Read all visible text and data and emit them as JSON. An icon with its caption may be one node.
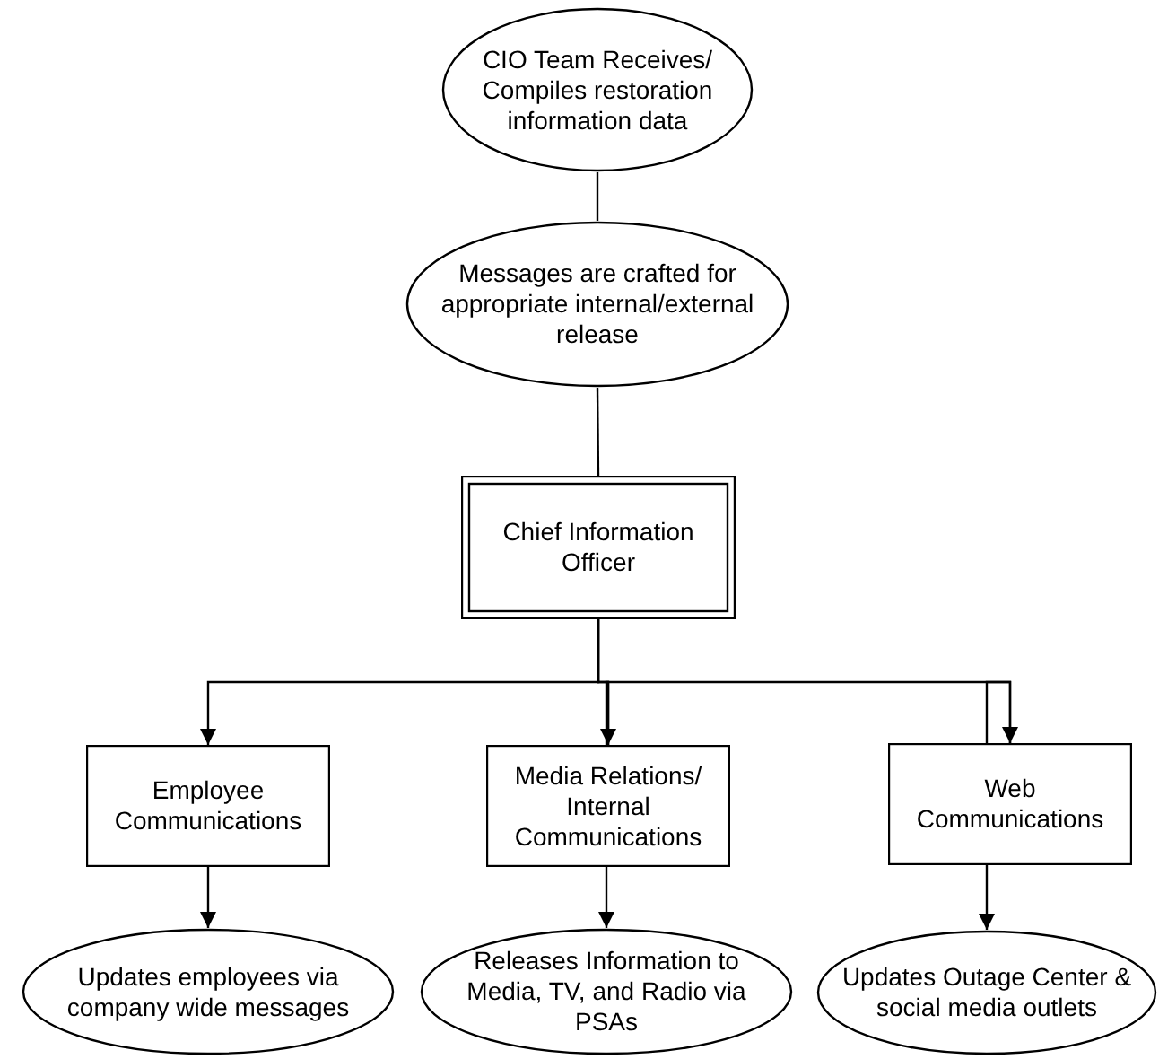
{
  "diagram": {
    "nodes": [
      {
        "text": [
          "CIO Team Receives/ Compiles restoration information data"
        ]
      },
      {
        "text": [
          "Messages are crafted for appropriate internal/external release"
        ]
      },
      {
        "text": [
          "Chief Information Officer"
        ]
      },
      {
        "text": [
          "Employee Communications"
        ]
      },
      {
        "text": [
          "Media Relations/ Internal Communications"
        ]
      },
      {
        "text": [
          "Web Communications"
        ]
      },
      {
        "text": [
          "Updates employees via company wide messages"
        ]
      },
      {
        "text": [
          "Releases Information to Media, TV, and Radio via PSAs"
        ]
      },
      {
        "text": [
          "Updates Outage Center & social media outlets"
        ]
      }
    ],
    "edges": [
      {
        "from": 0,
        "to": 1,
        "arrow": "none"
      },
      {
        "from": 1,
        "to": 2,
        "arrow": "none"
      },
      {
        "from": 2,
        "to": 3,
        "arrow": "to"
      },
      {
        "from": 2,
        "to": 4,
        "arrow": "to"
      },
      {
        "from": 2,
        "to": 5,
        "arrow": "to"
      },
      {
        "from": 3,
        "to": 6,
        "arrow": "to"
      },
      {
        "from": 4,
        "to": 7,
        "arrow": "to"
      },
      {
        "from": 5,
        "to": 8,
        "arrow": "to"
      }
    ]
  }
}
